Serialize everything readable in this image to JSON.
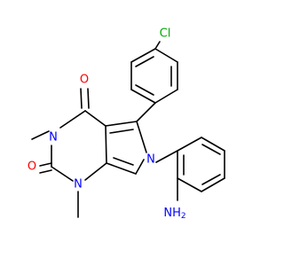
{
  "colors": {
    "background": "#ffffff",
    "bond": "#000000",
    "oxygen": "#ff0000",
    "nitrogen": "#0000ff",
    "chlorine": "#00aa00"
  },
  "atoms": {
    "cl": "Cl",
    "o_top": "O",
    "o_left": "O",
    "n_ring_top": "N",
    "n_ring_bottom": "N",
    "n_pyrrole": "N",
    "amine": "NH",
    "amine_h": "2"
  }
}
